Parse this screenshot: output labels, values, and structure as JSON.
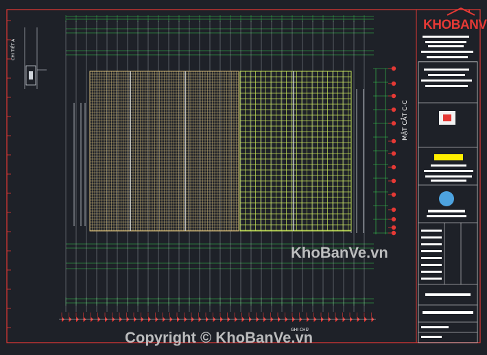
{
  "logo": {
    "text": "KHOBANVE"
  },
  "watermark": {
    "site": "KhoBanVe.vn",
    "copyright": "Copyright © KhoBanVe.vn"
  },
  "labels": {
    "section": "MẶT CẮT C-C",
    "detail": "CHI TIẾT A",
    "note": "GHI CHÚ"
  },
  "colors": {
    "background": "#1e2128",
    "frame": "#e53935",
    "grid_dense": "#d9c07a",
    "grid_wide": "#c8e65a",
    "dimension": "#39d353",
    "line": "#cfd4da",
    "title_block": "#ffffff",
    "highlight": "#ffee00"
  }
}
